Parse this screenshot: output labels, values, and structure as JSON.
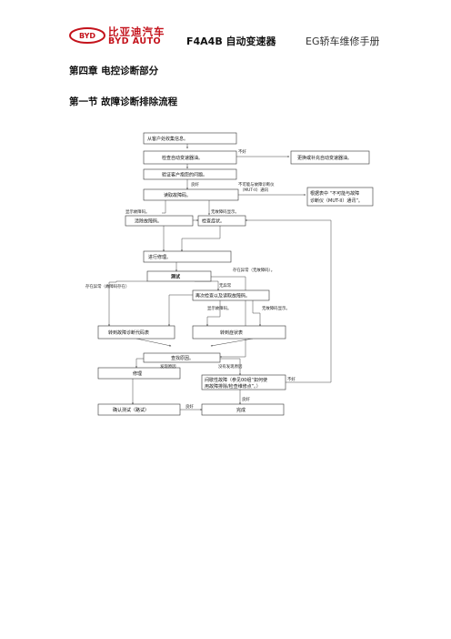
{
  "header": {
    "brand_cn": "比亚迪汽车",
    "brand_en": "BYD AUTO",
    "logo_text": "BYD",
    "doc_title": "F4A4B 自动变速器",
    "manual_title": "EG轿车维修手册"
  },
  "chapter_title": "第四章  电控诊断部分",
  "section_title": "第一节  故障诊断排除流程",
  "colors": {
    "brand_red": "#c4131c",
    "line": "#444444"
  },
  "flowchart": {
    "boxes": {
      "b1": "从客户处收集信息。",
      "b2": "检查自动变速器油。",
      "b3": "更换或补充自动变速器油。",
      "b4": "验证客户抱怨的问题。",
      "b5": "读取故障码。",
      "b6a": "根据表中 “不可能与故障",
      "b6b": "诊断仪（MUT-II）通讯”。",
      "b7": "清除故障码。",
      "b8": "检查症状。",
      "b9": "进行修理。",
      "b10": "测试",
      "b11": "再次检查以及读取故障码。",
      "b12": "转到故障诊断代码表",
      "b13": "转到症状表",
      "b14": "查找原因。",
      "b15": "修理",
      "b16a": "间歇性故障（参见00组“如何使",
      "b16b": "用故障排除/检查维修点”。）",
      "b17": "确认测试（路试）",
      "b18": "完成"
    },
    "labels": {
      "l_bad1": "不好",
      "l_good1": "良好",
      "l_nocomm1": "不可能与故障诊断仪",
      "l_nocomm2": "（MUT-II）通讯",
      "l_code": "显示故障码。",
      "l_nocode": "无故障码显示。",
      "l_abn_nocode": "存在异常（无故障码）。",
      "l_abn_code": "存在异常（故障码存在）",
      "l_normal": "无异常",
      "l_code2": "显示故障码。",
      "l_nocode2": "无故障码显示。",
      "l_found": "发现原因",
      "l_notfound": "没有发现原因",
      "l_bad2": "不好",
      "l_good2": "良好",
      "l_good3": "良好"
    }
  }
}
